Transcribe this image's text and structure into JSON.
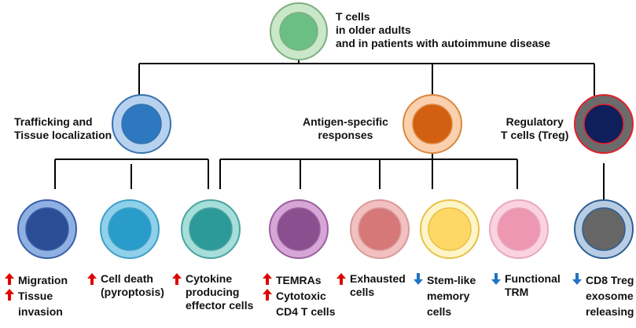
{
  "colors": {
    "connector": "#000000",
    "up_arrow": "#e00000",
    "down_arrow": "#1f74c4"
  },
  "root": {
    "lines": [
      "T cells",
      "in older adults",
      "and in patients with autoimmune disease"
    ],
    "outer": "#c9e7c9",
    "inner": "#6cbf84",
    "stroke": "#7fae7f"
  },
  "categories": [
    {
      "id": "trafficking",
      "lines": [
        "Trafficking and",
        "Tissue localization"
      ],
      "outer": "#b6d2ef",
      "inner": "#2e78c2",
      "stroke": "#3a72ad"
    },
    {
      "id": "antigen",
      "lines": [
        "Antigen-specific",
        "responses"
      ],
      "outer": "#fbd0ad",
      "inner": "#d35f10",
      "stroke": "#d9883f"
    },
    {
      "id": "regulatory",
      "lines": [
        "Regulatory",
        "T cells (Treg)"
      ],
      "outer": "#6b6b6b",
      "inner": "#0f1f5c",
      "stroke": "#e0202a"
    }
  ],
  "cells": [
    {
      "id": "migration",
      "outer": "#8fb0e2",
      "inner": "#2a4d95",
      "stroke": "#3a5ea6",
      "label": [
        {
          "arrow": "up",
          "text": "Migration"
        },
        {
          "arrow": "up",
          "text": "Tissue"
        },
        {
          "arrow": "",
          "text": "invasion"
        }
      ]
    },
    {
      "id": "cell-death",
      "outer": "#8fd0ea",
      "inner": "#2a9ccb",
      "stroke": "#3f9fc6",
      "label": [
        {
          "arrow": "up",
          "text": "Cell death"
        },
        {
          "arrow": "",
          "text": "(pyroptosis)"
        }
      ]
    },
    {
      "id": "cytokine",
      "outer": "#a6ded9",
      "inner": "#2c9a98",
      "stroke": "#4aa3a1",
      "label": [
        {
          "arrow": "up",
          "text": "Cytokine"
        },
        {
          "arrow": "",
          "text": "producing"
        },
        {
          "arrow": "",
          "text": "effector cells"
        }
      ]
    },
    {
      "id": "temra",
      "outer": "#d6a6d6",
      "inner": "#8a4f8f",
      "stroke": "#9a5f9f",
      "label": [
        {
          "arrow": "up",
          "text": "TEMRAs"
        },
        {
          "arrow": "up",
          "text": "Cytotoxic"
        },
        {
          "arrow": "",
          "text": "CD4 T cells"
        }
      ]
    },
    {
      "id": "exhausted",
      "outer": "#f3c0c0",
      "inner": "#d67878",
      "stroke": "#d89a9a",
      "label": [
        {
          "arrow": "up",
          "text": "Exhausted"
        },
        {
          "arrow": "",
          "text": "cells"
        }
      ]
    },
    {
      "id": "stem-like",
      "outer": "#fdf5c8",
      "inner": "#fdd866",
      "stroke": "#e8c04a",
      "label": [
        {
          "arrow": "down",
          "text": "Stem-like"
        },
        {
          "arrow": "",
          "text": "memory"
        },
        {
          "arrow": "",
          "text": "cells"
        }
      ]
    },
    {
      "id": "trm",
      "outer": "#fbd2df",
      "inner": "#ee97b3",
      "stroke": "#e7a8bd",
      "label": [
        {
          "arrow": "down",
          "text": "Functional"
        },
        {
          "arrow": "",
          "text": "TRM"
        }
      ]
    },
    {
      "id": "cd8-treg",
      "outer": "#b8cde3",
      "inner": "#666666",
      "stroke": "#2d5f95",
      "label": [
        {
          "arrow": "down",
          "text": "CD8 Treg"
        },
        {
          "arrow": "",
          "text": "exosome"
        },
        {
          "arrow": "",
          "text": "releasing"
        }
      ]
    }
  ]
}
